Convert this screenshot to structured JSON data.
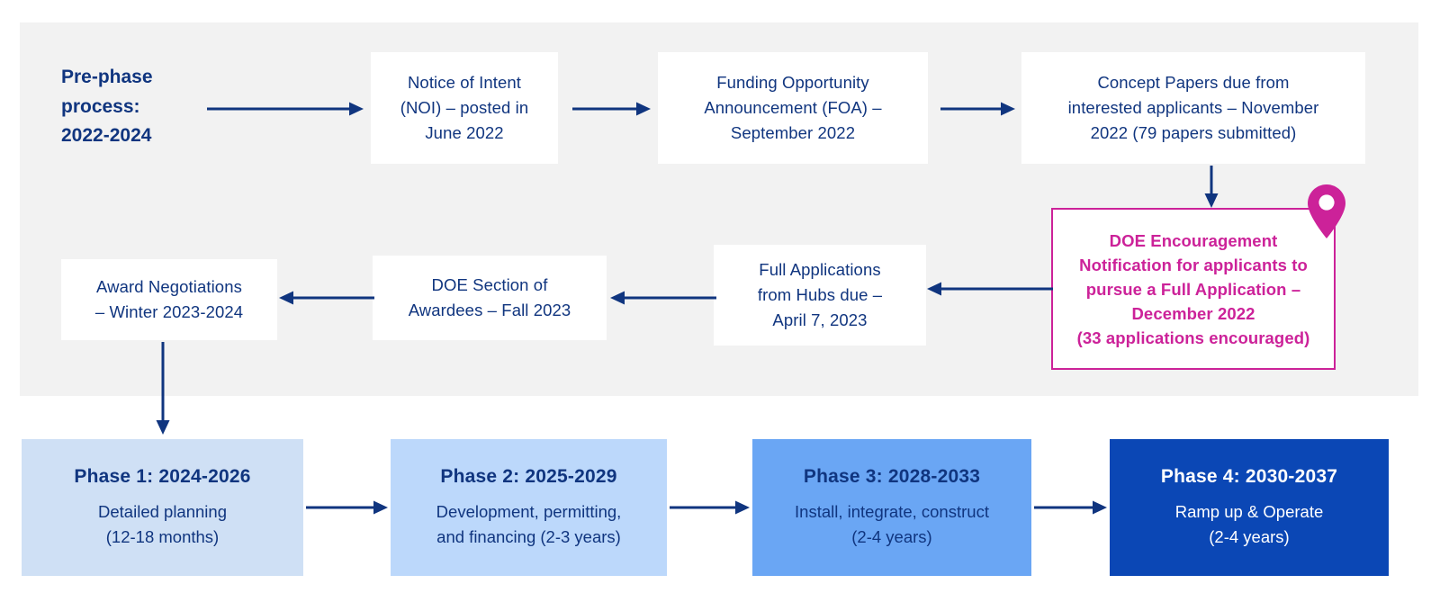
{
  "theme": {
    "panel_bg": "#f2f2f2",
    "page_bg": "#ffffff",
    "navy": "#10357f",
    "magenta": "#cc2299",
    "phase1_bg": "#cfe0f5",
    "phase2_bg": "#bcd8fb",
    "phase3_bg": "#6aa6f4",
    "phase4_bg": "#0b47b5",
    "arrow_color": "#10357f"
  },
  "prephase": {
    "label": "Pre-phase\nprocess:\n2022-2024"
  },
  "flow": {
    "row1": [
      {
        "id": "noi",
        "text": "Notice of Intent\n(NOI) – posted in\nJune 2022"
      },
      {
        "id": "foa",
        "text": "Funding Opportunity\nAnnouncement (FOA) –\nSeptember 2022"
      },
      {
        "id": "concept-papers",
        "text": "Concept Papers due from\ninterested applicants – November\n2022 (79 papers submitted)"
      }
    ],
    "highlight": {
      "id": "doe-encouragement",
      "text": "DOE Encouragement\nNotification for applicants to\npursue a Full Application –\nDecember 2022\n(33 applications encouraged)",
      "icon": "map-pin-icon"
    },
    "row2": [
      {
        "id": "full-applications",
        "text": "Full Applications\nfrom Hubs due –\nApril 7, 2023"
      },
      {
        "id": "doe-selection",
        "text": "DOE Section of\nAwardees – Fall 2023"
      },
      {
        "id": "award-negotiations",
        "text": "Award Negotiations\n– Winter 2023-2024"
      }
    ]
  },
  "phases": [
    {
      "id": "phase-1",
      "title": "Phase 1: 2024-2026",
      "desc": "Detailed planning\n(12-18 months)"
    },
    {
      "id": "phase-2",
      "title": "Phase 2: 2025-2029",
      "desc": "Development, permitting,\nand financing (2-3 years)"
    },
    {
      "id": "phase-3",
      "title": "Phase 3: 2028-2033",
      "desc": "Install, integrate, construct\n(2-4 years)"
    },
    {
      "id": "phase-4",
      "title": "Phase 4: 2030-2037",
      "desc": "Ramp up & Operate\n(2-4 years)"
    }
  ],
  "connectors": [
    {
      "id": "arrow-prephase-to-noi",
      "direction": "right"
    },
    {
      "id": "arrow-noi-to-foa",
      "direction": "right"
    },
    {
      "id": "arrow-foa-to-concept-papers",
      "direction": "right"
    },
    {
      "id": "arrow-concept-papers-to-encouragement",
      "direction": "down"
    },
    {
      "id": "arrow-encouragement-to-full-applications",
      "direction": "left"
    },
    {
      "id": "arrow-full-applications-to-doe-selection",
      "direction": "left"
    },
    {
      "id": "arrow-doe-selection-to-award-negotiations",
      "direction": "left"
    },
    {
      "id": "arrow-award-negotiations-to-phase-1",
      "direction": "down"
    },
    {
      "id": "arrow-phase-1-to-phase-2",
      "direction": "right"
    },
    {
      "id": "arrow-phase-2-to-phase-3",
      "direction": "right"
    },
    {
      "id": "arrow-phase-3-to-phase-4",
      "direction": "right"
    }
  ]
}
